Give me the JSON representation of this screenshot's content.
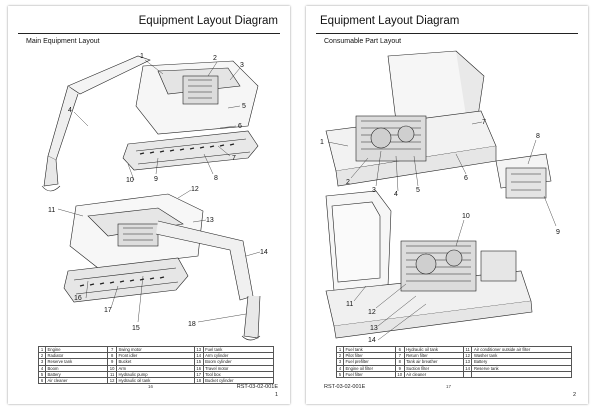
{
  "left_page": {
    "title": "Equipment Layout Diagram",
    "subtitle": "Main Equipment Layout",
    "callouts": [
      "1",
      "2",
      "3",
      "4",
      "5",
      "6",
      "7",
      "8",
      "9",
      "10",
      "11",
      "12",
      "13",
      "14",
      "15",
      "16",
      "17",
      "18"
    ],
    "legend": [
      [
        "1",
        "Engine",
        "7",
        "Swing motor",
        "13",
        "Fuel tank"
      ],
      [
        "2",
        "Radiator",
        "8",
        "Front idler",
        "14",
        "Arm cylinder"
      ],
      [
        "3",
        "Reserve tank",
        "9",
        "Bucket",
        "15",
        "Boom cylinder"
      ],
      [
        "4",
        "Boom",
        "10",
        "Arm",
        "16",
        "Travel motor"
      ],
      [
        "5",
        "Battery",
        "11",
        "Hydraulic pump",
        "17",
        "Tool box"
      ],
      [
        "6",
        "Air cleaner",
        "12",
        "Hydraulic oil tank",
        "18",
        "Bucket cylinder"
      ]
    ],
    "footer_num": "16",
    "doc_code": "RST-03-02-001E",
    "page_number": "1"
  },
  "right_page": {
    "title": "Equipment Layout Diagram",
    "subtitle": "Consumable Part Layout",
    "callouts": [
      "1",
      "2",
      "3",
      "4",
      "5",
      "6",
      "7",
      "8",
      "9",
      "10",
      "11",
      "12",
      "13",
      "14"
    ],
    "legend": [
      [
        "1",
        "Fuel tank",
        "6",
        "Hydraulic oil tank",
        "11",
        "Air conditioner outside air filter"
      ],
      [
        "2",
        "Pilot filter",
        "7",
        "Return filter",
        "12",
        "Washer tank"
      ],
      [
        "3",
        "Fuel prefilter",
        "8",
        "Tank air breather",
        "13",
        "Battery"
      ],
      [
        "4",
        "Engine oil filter",
        "9",
        "Suction filter",
        "14",
        "Reserve tank"
      ],
      [
        "5",
        "Fuel filter",
        "10",
        "Air cleaner",
        "",
        ""
      ]
    ],
    "footer_num": "17",
    "doc_code": "RST-03-02-001E",
    "page_number": "2"
  }
}
